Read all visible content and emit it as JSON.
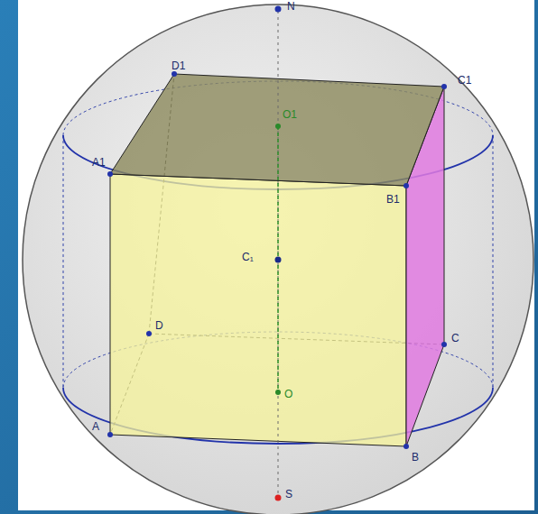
{
  "diagram": {
    "labels": [
      "N",
      "D1",
      "C1",
      "O1",
      "A1",
      "B1",
      "C₁",
      "D",
      "C",
      "O",
      "A",
      "B",
      "S"
    ]
  }
}
